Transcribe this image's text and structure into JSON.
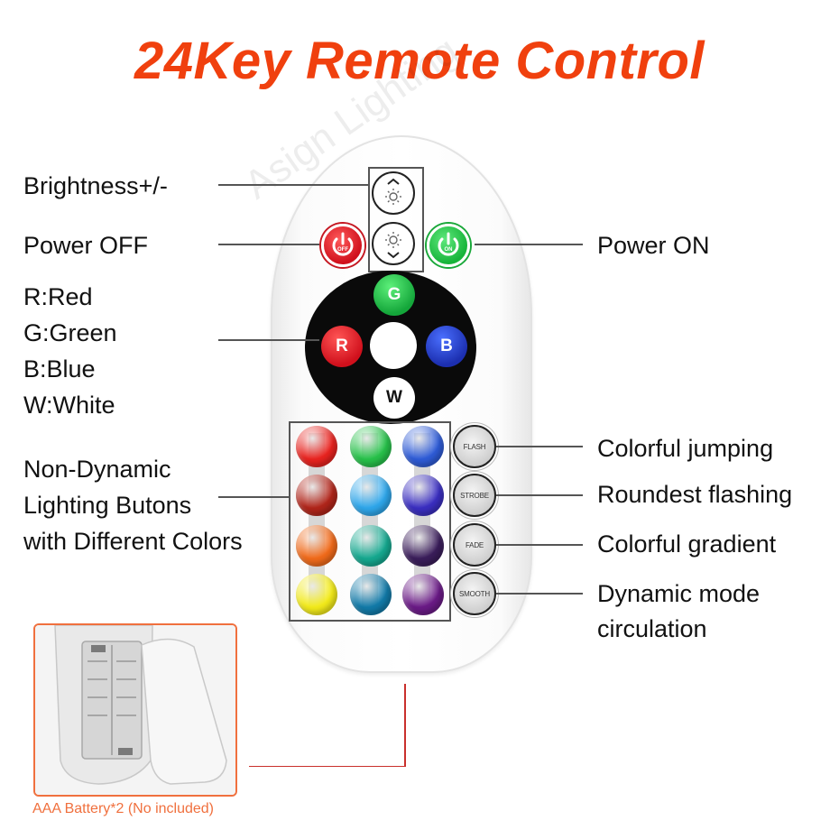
{
  "title": "24Key Remote Control",
  "watermark": "Asign Lighting",
  "labels": {
    "brightness": "Brightness+/-",
    "power_off": "Power OFF",
    "power_on": "Power ON",
    "rgbw": [
      "R:Red",
      "G:Green",
      "B:Blue",
      "W:White"
    ],
    "non_dynamic": [
      "Non-Dynamic",
      "Lighting Butons",
      "with Different Colors"
    ],
    "flash": "Colorful jumping",
    "strobe": "Roundest flashing",
    "fade": "Colorful gradient",
    "smooth": [
      "Dynamic mode",
      "circulation"
    ]
  },
  "buttons": {
    "off": "OFF",
    "on": "ON",
    "g": "G",
    "r": "R",
    "b": "B",
    "w": "W",
    "flash": "FLASH",
    "strobe": "STROBE",
    "fade": "FADE",
    "smooth": "SMOOTH"
  },
  "color_buttons": [
    [
      "#e8231f",
      "#27c14a",
      "#2e5bd6"
    ],
    [
      "#b0251a",
      "#2ea6ea",
      "#3a2ec0"
    ],
    [
      "#f06a1a",
      "#15a88f",
      "#3a1d5a"
    ],
    [
      "#f2ea1a",
      "#127aa8",
      "#6a1a86"
    ]
  ],
  "battery_caption": "AAA Battery*2 (No included)",
  "colors": {
    "title": "#f0400e",
    "battery_border": "#f0703e",
    "power_off": "#d0101c",
    "power_on": "#17b43a"
  }
}
